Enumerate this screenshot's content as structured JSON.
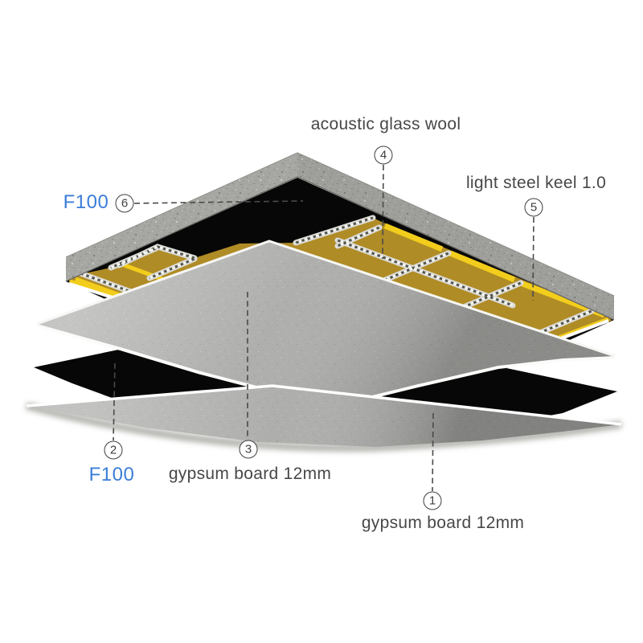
{
  "callouts": {
    "c1": {
      "number": "1",
      "label": "gypsum board 12mm"
    },
    "c2": {
      "number": "2",
      "label": "F100"
    },
    "c3": {
      "number": "3",
      "label": "gypsum board 12mm"
    },
    "c4": {
      "number": "4",
      "label": "acoustic glass wool"
    },
    "c5": {
      "number": "5",
      "label": "light steel keel 1.0"
    },
    "c6": {
      "number": "6",
      "label": "F100"
    }
  },
  "colors": {
    "accent_blue": "#3b7dd8",
    "label_gray": "#474747",
    "concrete_slab": "#a6a6a3",
    "glass_wool": "#b08c26",
    "wool_edge_bright": "#f2cd1c",
    "f100_black": "#070707",
    "gypsum_board": "#acacaa",
    "steel_keel": "#dcdcd8",
    "background": "#ffffff"
  }
}
